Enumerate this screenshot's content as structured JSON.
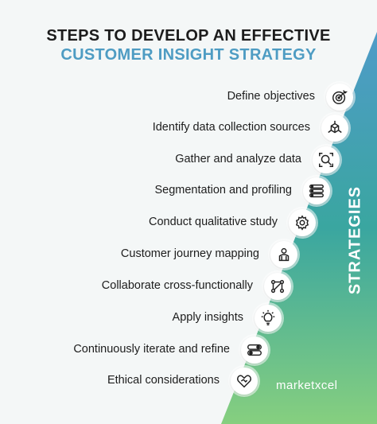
{
  "title_line1": "STEPS TO DEVELOP AN EFFECTIVE",
  "title_line2": "CUSTOMER INSIGHT STRATEGY",
  "side_label": "STRATEGIES",
  "logo": "marketxcel",
  "colors": {
    "accent_blue": "#4e9cc3",
    "teal": "#3aa6a0",
    "green": "#7cc77a"
  },
  "steps": [
    {
      "label": "Define objectives",
      "icon": "target-icon"
    },
    {
      "label": "Identify data collection sources",
      "icon": "cube-network-icon"
    },
    {
      "label": "Gather and analyze data",
      "icon": "magnifier-icon"
    },
    {
      "label": "Segmentation and profiling",
      "icon": "list-sliders-icon"
    },
    {
      "label": "Conduct qualitative study",
      "icon": "gear-icon"
    },
    {
      "label": "Customer journey mapping",
      "icon": "person-map-icon"
    },
    {
      "label": "Collaborate cross-functionally",
      "icon": "connected-nodes-icon"
    },
    {
      "label": "Apply insights",
      "icon": "lightbulb-icon"
    },
    {
      "label": "Continuously iterate and refine",
      "icon": "toggle-icon"
    },
    {
      "label": "Ethical considerations",
      "icon": "heart-hands-icon"
    }
  ]
}
